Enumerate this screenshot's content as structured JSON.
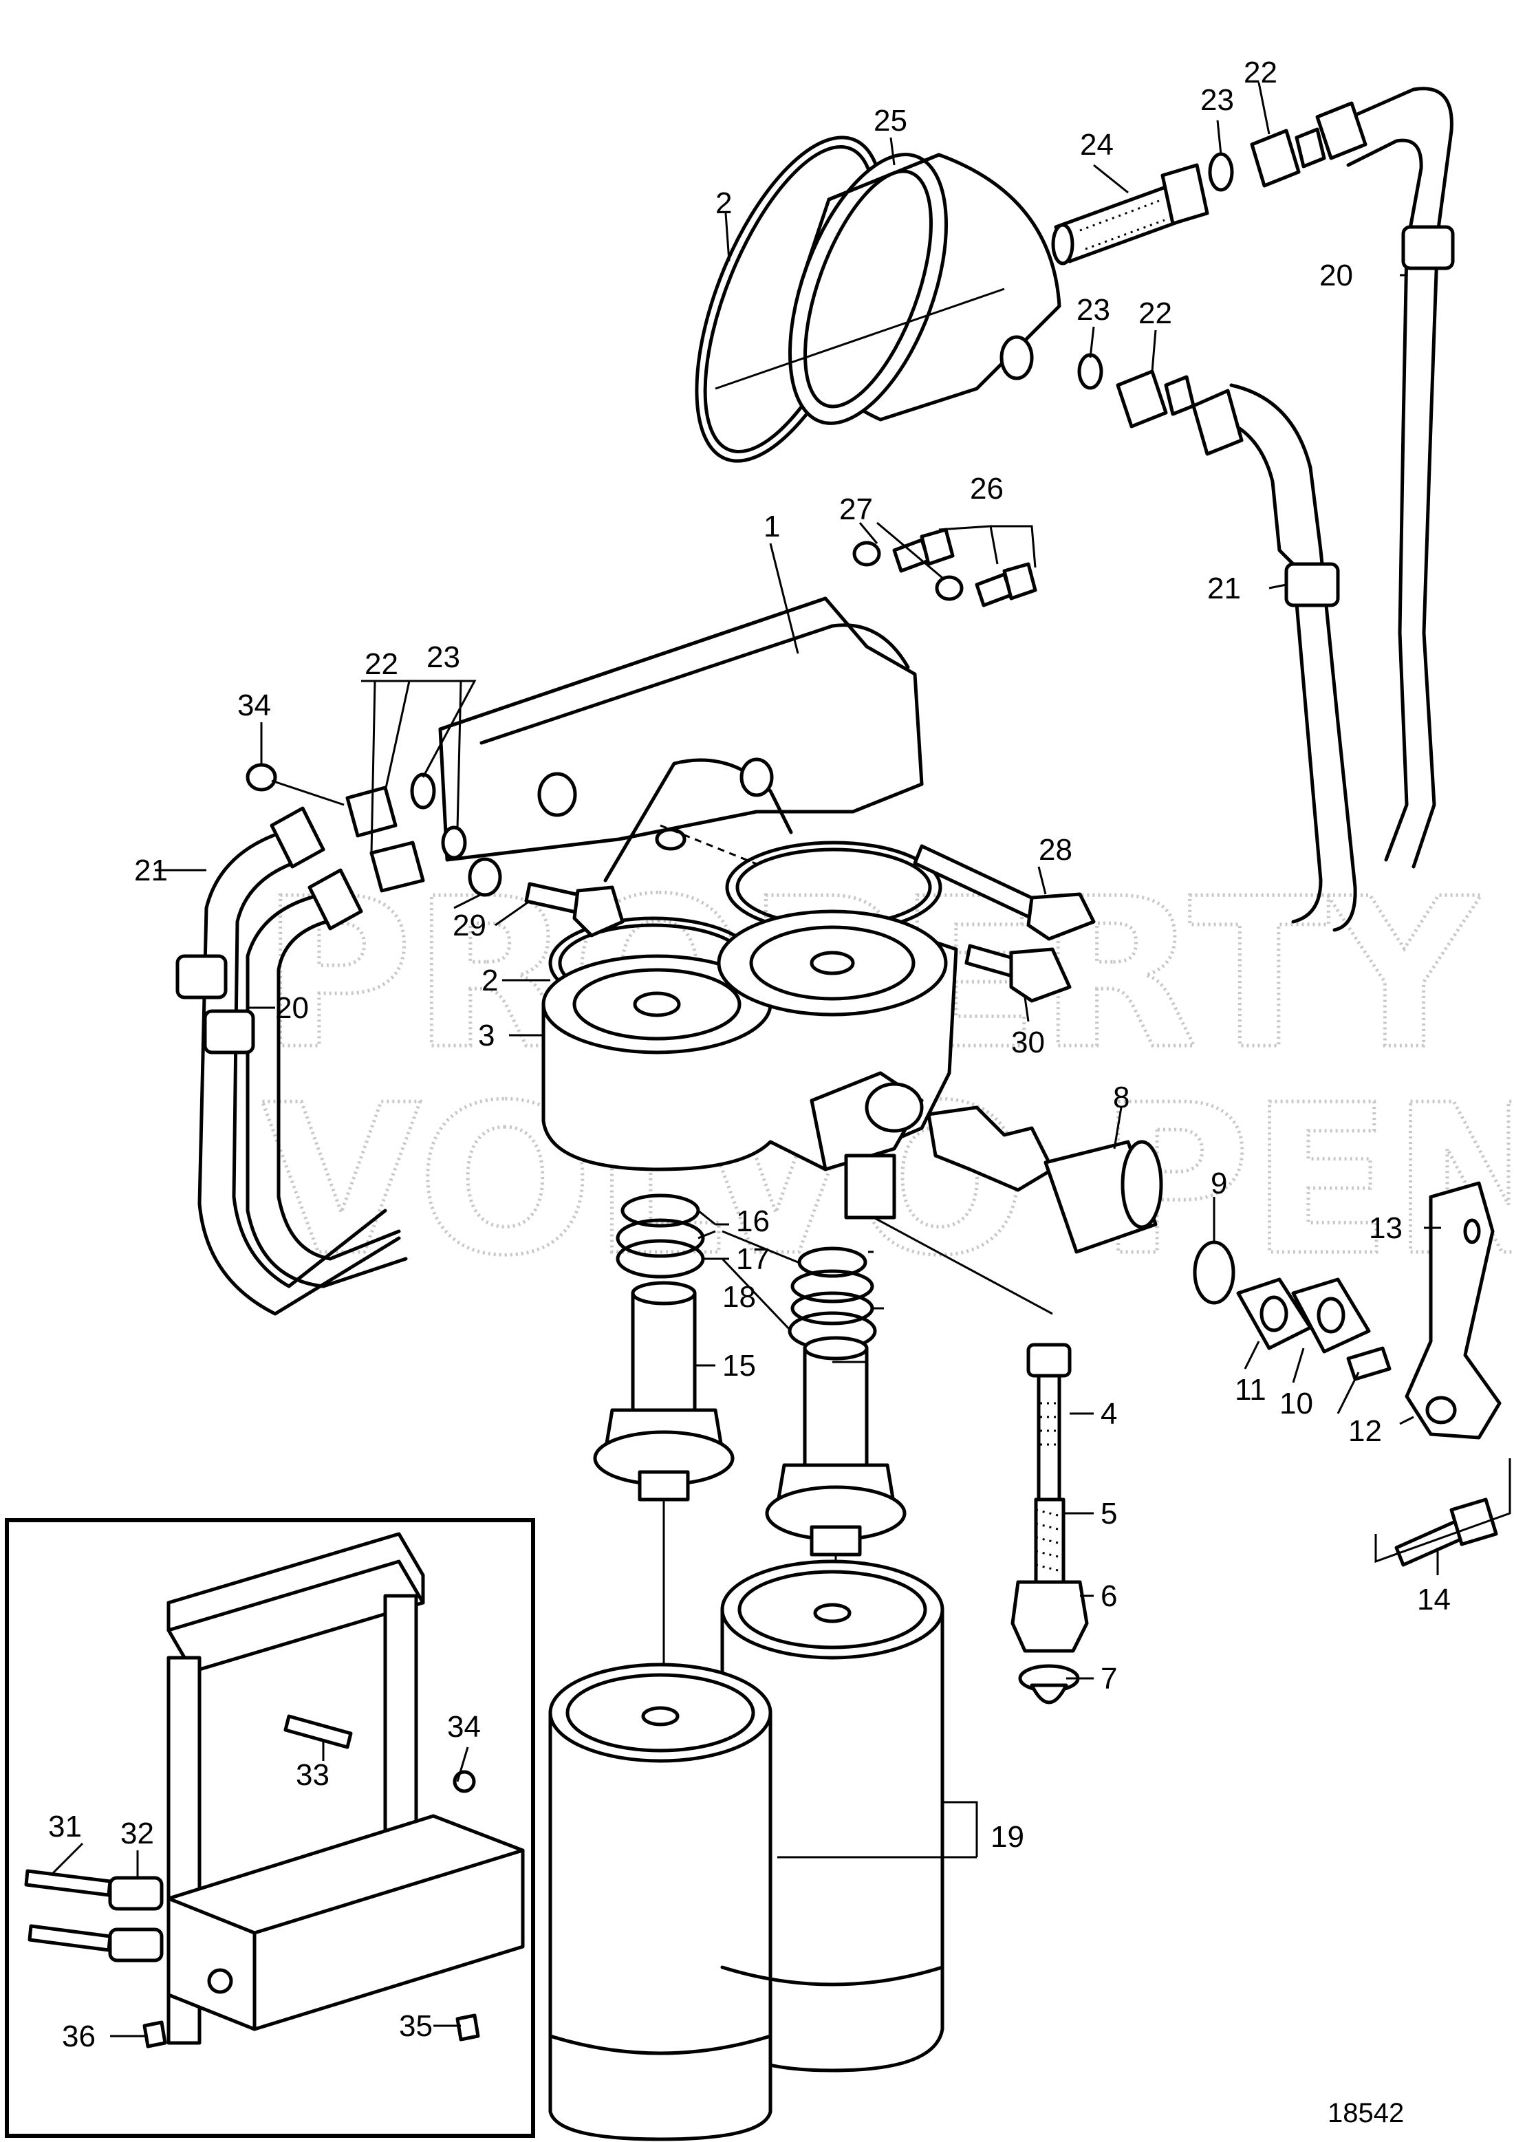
{
  "watermark": {
    "line1": "PROPERTY OF",
    "line2": "VOLVO PENTA"
  },
  "figure_number": "18542",
  "callouts": [
    {
      "n": "1"
    },
    {
      "n": "2"
    },
    {
      "n": "2"
    },
    {
      "n": "3"
    },
    {
      "n": "4"
    },
    {
      "n": "5"
    },
    {
      "n": "6"
    },
    {
      "n": "7"
    },
    {
      "n": "8"
    },
    {
      "n": "9"
    },
    {
      "n": "10"
    },
    {
      "n": "11"
    },
    {
      "n": "12"
    },
    {
      "n": "13"
    },
    {
      "n": "14"
    },
    {
      "n": "15"
    },
    {
      "n": "16"
    },
    {
      "n": "17"
    },
    {
      "n": "18"
    },
    {
      "n": "19"
    },
    {
      "n": "20"
    },
    {
      "n": "20"
    },
    {
      "n": "21"
    },
    {
      "n": "21"
    },
    {
      "n": "22"
    },
    {
      "n": "22"
    },
    {
      "n": "22"
    },
    {
      "n": "23"
    },
    {
      "n": "23"
    },
    {
      "n": "23"
    },
    {
      "n": "24"
    },
    {
      "n": "25"
    },
    {
      "n": "26"
    },
    {
      "n": "27"
    },
    {
      "n": "28"
    },
    {
      "n": "29"
    },
    {
      "n": "30"
    },
    {
      "n": "31"
    },
    {
      "n": "32"
    },
    {
      "n": "33"
    },
    {
      "n": "34"
    },
    {
      "n": "34"
    },
    {
      "n": "35"
    },
    {
      "n": "36"
    }
  ]
}
